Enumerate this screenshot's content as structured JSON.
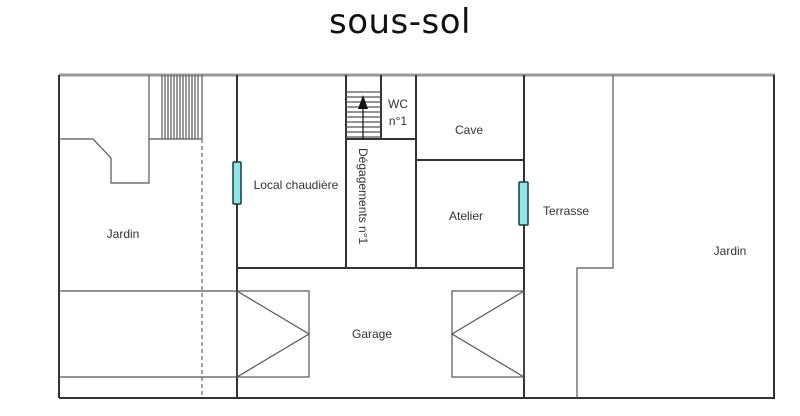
{
  "title": "sous-sol",
  "rooms": [
    {
      "id": "jardin-left",
      "label": "Jardin"
    },
    {
      "id": "local-chaudiere",
      "label": "Local chaudière"
    },
    {
      "id": "degagements",
      "label": "Dégagements n°1"
    },
    {
      "id": "wc",
      "label_line1": "WC",
      "label_line2": "n°1"
    },
    {
      "id": "cave",
      "label": "Cave"
    },
    {
      "id": "atelier",
      "label": "Atelier"
    },
    {
      "id": "terrasse",
      "label": "Terrasse"
    },
    {
      "id": "jardin-right",
      "label": "Jardin"
    },
    {
      "id": "garage",
      "label": "Garage"
    }
  ],
  "colors": {
    "wall": "#333333",
    "window_fill": "#8fe6ea",
    "window_stroke": "#1c3b3d"
  }
}
